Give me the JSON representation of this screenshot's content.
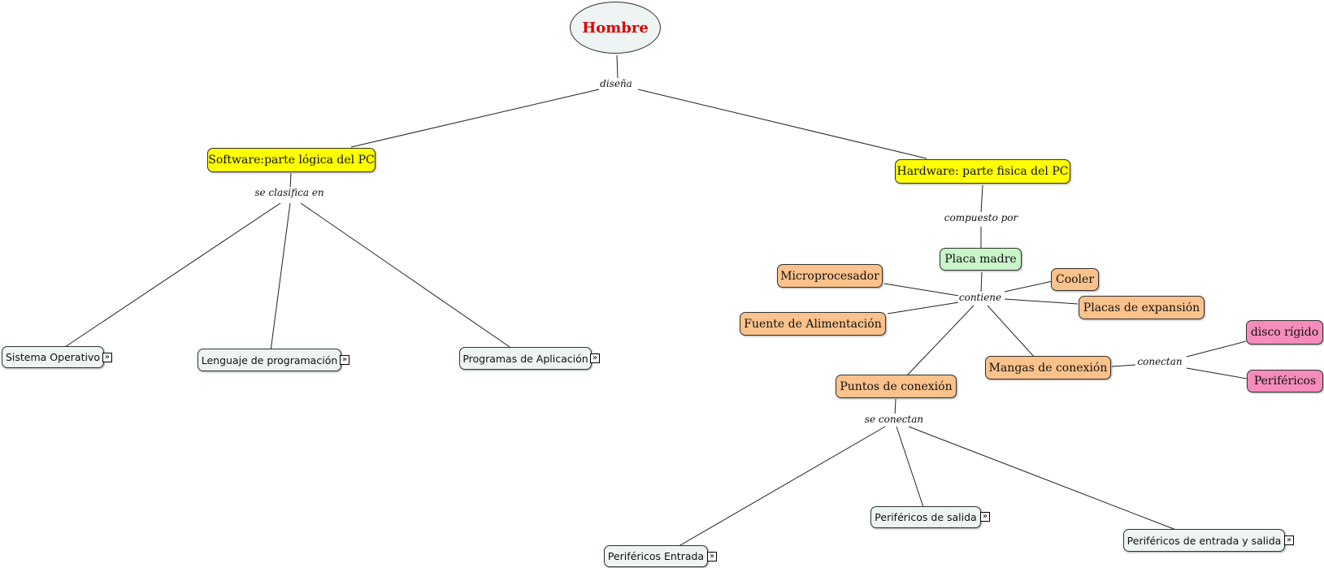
{
  "root": "Hombre",
  "links": {
    "disena": "diseña",
    "se_clasifica_en": "se clasifica en",
    "compuesto_por": "compuesto por",
    "contiene": "contiene",
    "conectan": "conectan",
    "se_conectan": "se conectan"
  },
  "concepts": {
    "software": "Software:parte lógica del PC",
    "hardware": "Hardware: parte fisica del PC",
    "placa_madre": "Placa madre",
    "microprocesador": "Microprocesador",
    "cooler": "Cooler",
    "fuente": "Fuente de Alimentación",
    "placas_expansion": "Placas de expansión",
    "puntos_conexion": "Puntos de conexión",
    "mangas_conexion": "Mangas de conexión",
    "disco_rigido": "disco rígido",
    "perifericos": "Periféricos",
    "sistema_operativo": "Sistema Operativo",
    "lenguaje": "Lenguaje de programación",
    "programas": "Programas de Aplicación",
    "perifericos_salida": "Periféricos de salida",
    "perifericos_entrada": "Periféricos Entrada",
    "perifericos_es": "Periféricos de entrada y salida"
  },
  "resource_icon": "double-chevron-right-icon",
  "colors": {
    "software_hardware": "#ffff00",
    "placa_madre": "#c9f5c9",
    "components": "#fcc28b",
    "storage_peripherals": "#f68cbc",
    "leaf_concepts": "#eef3f3",
    "root_text": "#dd0000"
  }
}
